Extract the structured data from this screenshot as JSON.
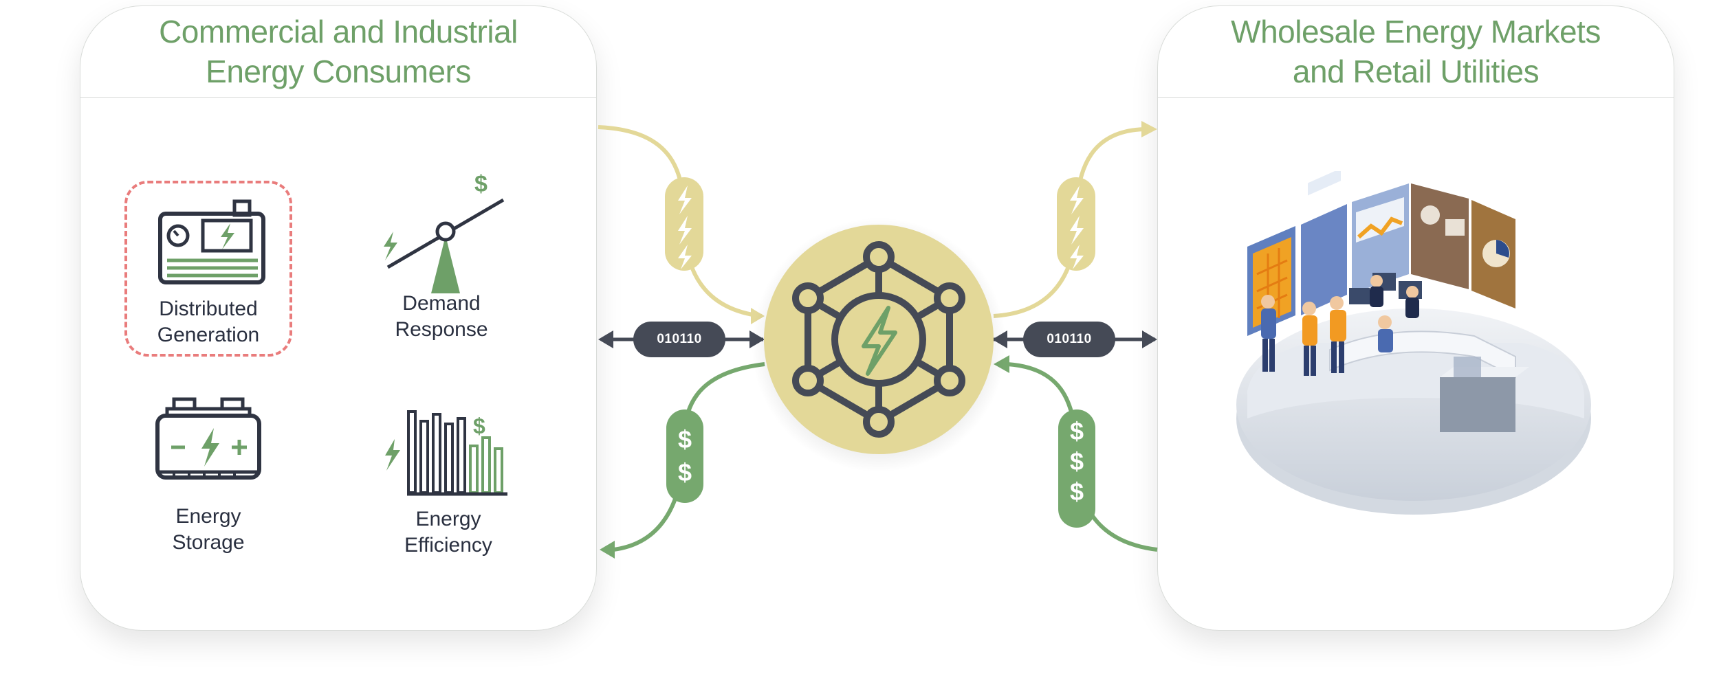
{
  "left_panel": {
    "title_line1": "Commercial and Industrial",
    "title_line2": "Energy Consumers",
    "tiles": [
      {
        "line1": "Distributed",
        "line2": "Generation"
      },
      {
        "line1": "Demand",
        "line2": "Response"
      },
      {
        "line1": "Energy",
        "line2": "Storage"
      },
      {
        "line1": "Energy",
        "line2": "Efficiency"
      }
    ]
  },
  "right_panel": {
    "title_line1": "Wholesale Energy Markets",
    "title_line2": "and Retail Utilities"
  },
  "data_links": {
    "left_label": "010110",
    "right_label": "010110"
  },
  "colors": {
    "accent_green": "#6ea068",
    "energy_yellow": "#e3d898",
    "money_green": "#76a86e",
    "dark_slate": "#454a56",
    "highlight_dashed": "#e97c7c"
  },
  "icons": [
    "generator-icon",
    "seesaw-icon",
    "battery-icon",
    "bar-chart-icon",
    "energy-hub-icon",
    "control-room-illustration"
  ]
}
